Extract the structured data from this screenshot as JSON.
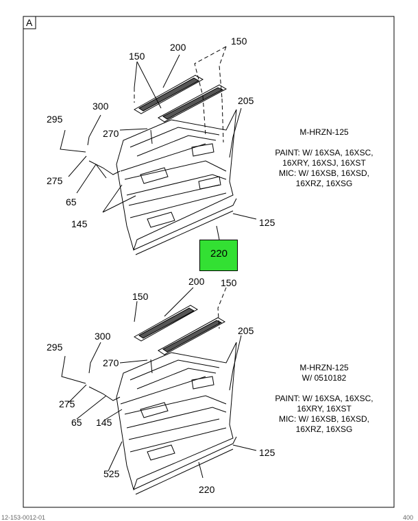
{
  "frame_label": "A",
  "top_view": {
    "callouts": {
      "c150a": "150",
      "c200": "200",
      "c150b": "150",
      "c205": "205",
      "c300": "300",
      "c295": "295",
      "c270": "270",
      "c275": "275",
      "c65": "65",
      "c145": "145",
      "c125": "125",
      "c220": "220"
    },
    "highlighted_callout": "220",
    "highlight_color": "#33e033",
    "note": {
      "model": "M-HRZN-125",
      "paint_1": "PAINT: W/ 16XSA, 16XSC,",
      "paint_2": "16XRY, 16XSJ, 16XST",
      "mic_1": "MIC: W/ 16XSB, 16XSD,",
      "mic_2": "16XRZ, 16XSG"
    }
  },
  "bottom_view": {
    "callouts": {
      "c200": "200",
      "c150a": "150",
      "c150b": "150",
      "c205": "205",
      "c300": "300",
      "c295": "295",
      "c270": "270",
      "c275": "275",
      "c65": "65",
      "c145": "145",
      "c525": "525",
      "c125": "125",
      "c220": "220"
    },
    "note": {
      "model": "M-HRZN-125",
      "with": "W/ 0510182",
      "paint_1": "PAINT: W/ 16XSA, 16XSC,",
      "paint_2": "16XRY, 16XST",
      "mic_1": "MIC: W/ 16XSB, 16XSD,",
      "mic_2": "16XRZ, 16XSG"
    }
  },
  "footer": {
    "left": "12-153-0012-01",
    "right": "400"
  }
}
